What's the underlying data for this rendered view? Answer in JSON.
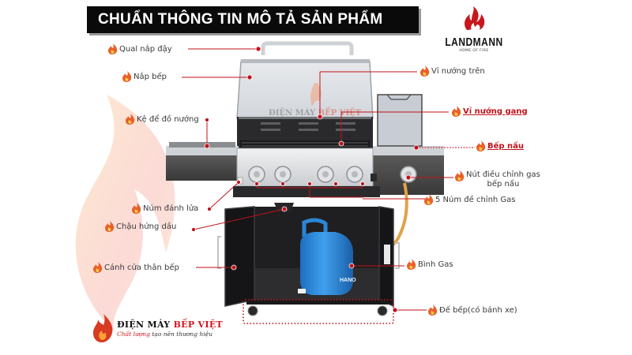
{
  "header": {
    "title": "CHUẨN THÔNG TIN MÔ TẢ SẢN PHẨM"
  },
  "brand": {
    "name": "LANDMANN",
    "tagline": "HOME OF FIRE",
    "icon": "flame-logo-icon",
    "color": "#c8161d"
  },
  "labels_left": [
    {
      "id": "handle",
      "text": "Qual nắp đậy"
    },
    {
      "id": "lid",
      "text": "Nắp bếp"
    },
    {
      "id": "side-shelf",
      "text": "Kệ để đồ nướng"
    },
    {
      "id": "igniter",
      "text": "Núm đánh lửa"
    },
    {
      "id": "drip-tray",
      "text": "Chậu hứng dầu"
    },
    {
      "id": "cabinet-door",
      "text": "Cánh cửa thân bếp"
    }
  ],
  "labels_right": [
    {
      "id": "warming-rack",
      "text": "Vỉ nướng trên",
      "emphasis": false
    },
    {
      "id": "cast-iron-grate",
      "text": "Vỉ nướng gang",
      "emphasis": true
    },
    {
      "id": "side-burner",
      "text": "Bếp nấu",
      "emphasis": true
    },
    {
      "id": "side-burner-knob",
      "text_line1": "Nút điều chỉnh gas",
      "text_line2": "bếp nấu",
      "emphasis": false
    },
    {
      "id": "control-knobs",
      "text": "5 Núm đề chỉnh Gas",
      "emphasis": false
    },
    {
      "id": "gas-tank",
      "text": "Bình Gas",
      "emphasis": false
    },
    {
      "id": "base",
      "text": "Đế bếp(có bánh xe)",
      "emphasis": false
    }
  ],
  "watermark": {
    "line1_a": "ĐIỆN MÁY ",
    "line1_b": "BẾP VIỆT",
    "line2": "Chất lượng tạo nên thương hiệu"
  },
  "footer_logo": {
    "line1_a": "ĐIỆN MÁY ",
    "line1_b": "BẾP VIỆT",
    "line2_a": "Chất lượng",
    "line2_b": " tạo nên thương hiệu"
  },
  "gas_tank_text": "HANO",
  "colors": {
    "accent_red": "#c0121b",
    "label_text": "#3a3a3a",
    "banner_bg": "#0a0a0a",
    "tank_blue": "#2a86d6",
    "steel": "#d8dadc",
    "body_dark": "#2b2b2b"
  }
}
